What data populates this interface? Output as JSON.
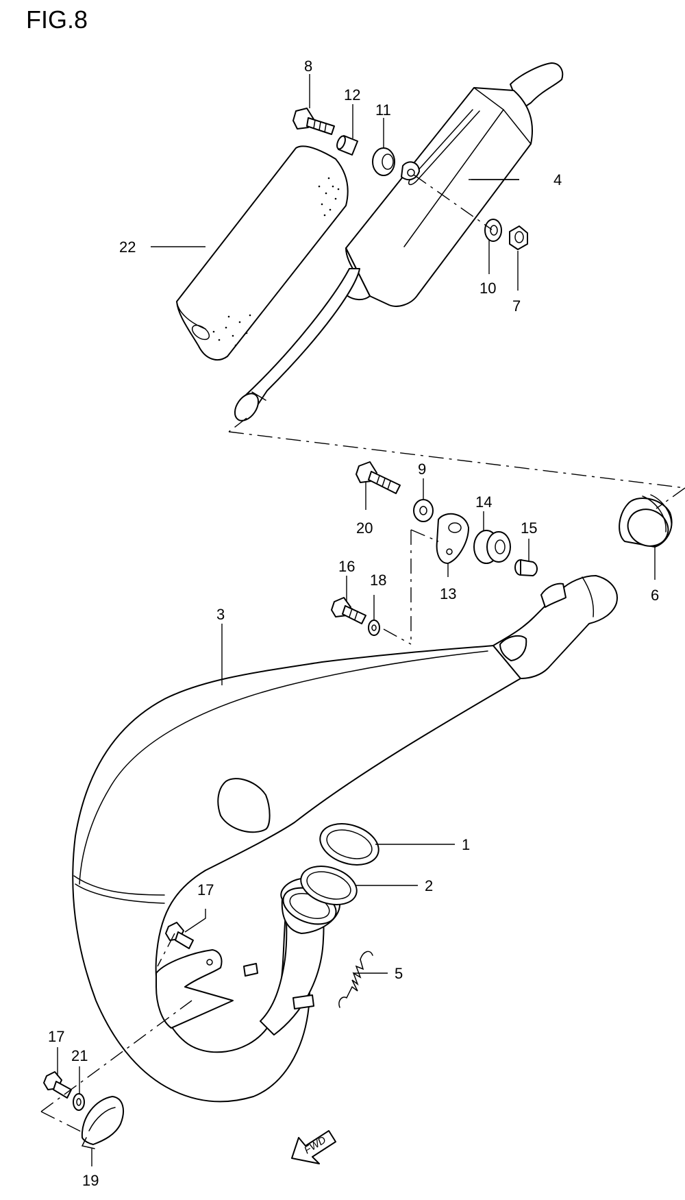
{
  "figure": {
    "title": "FIG.8"
  },
  "callouts": {
    "p1": "1",
    "p2": "2",
    "p3": "3",
    "p4": "4",
    "p5": "5",
    "p6": "6",
    "p7": "7",
    "p8": "8",
    "p9": "9",
    "p10": "10",
    "p11": "11",
    "p12": "12",
    "p13": "13",
    "p14": "14",
    "p15": "15",
    "p16": "16",
    "p17a": "17",
    "p17b": "17",
    "p18": "18",
    "p19": "19",
    "p20": "20",
    "p21": "21",
    "p22": "22"
  },
  "direction_marker": {
    "label": "FWD"
  }
}
